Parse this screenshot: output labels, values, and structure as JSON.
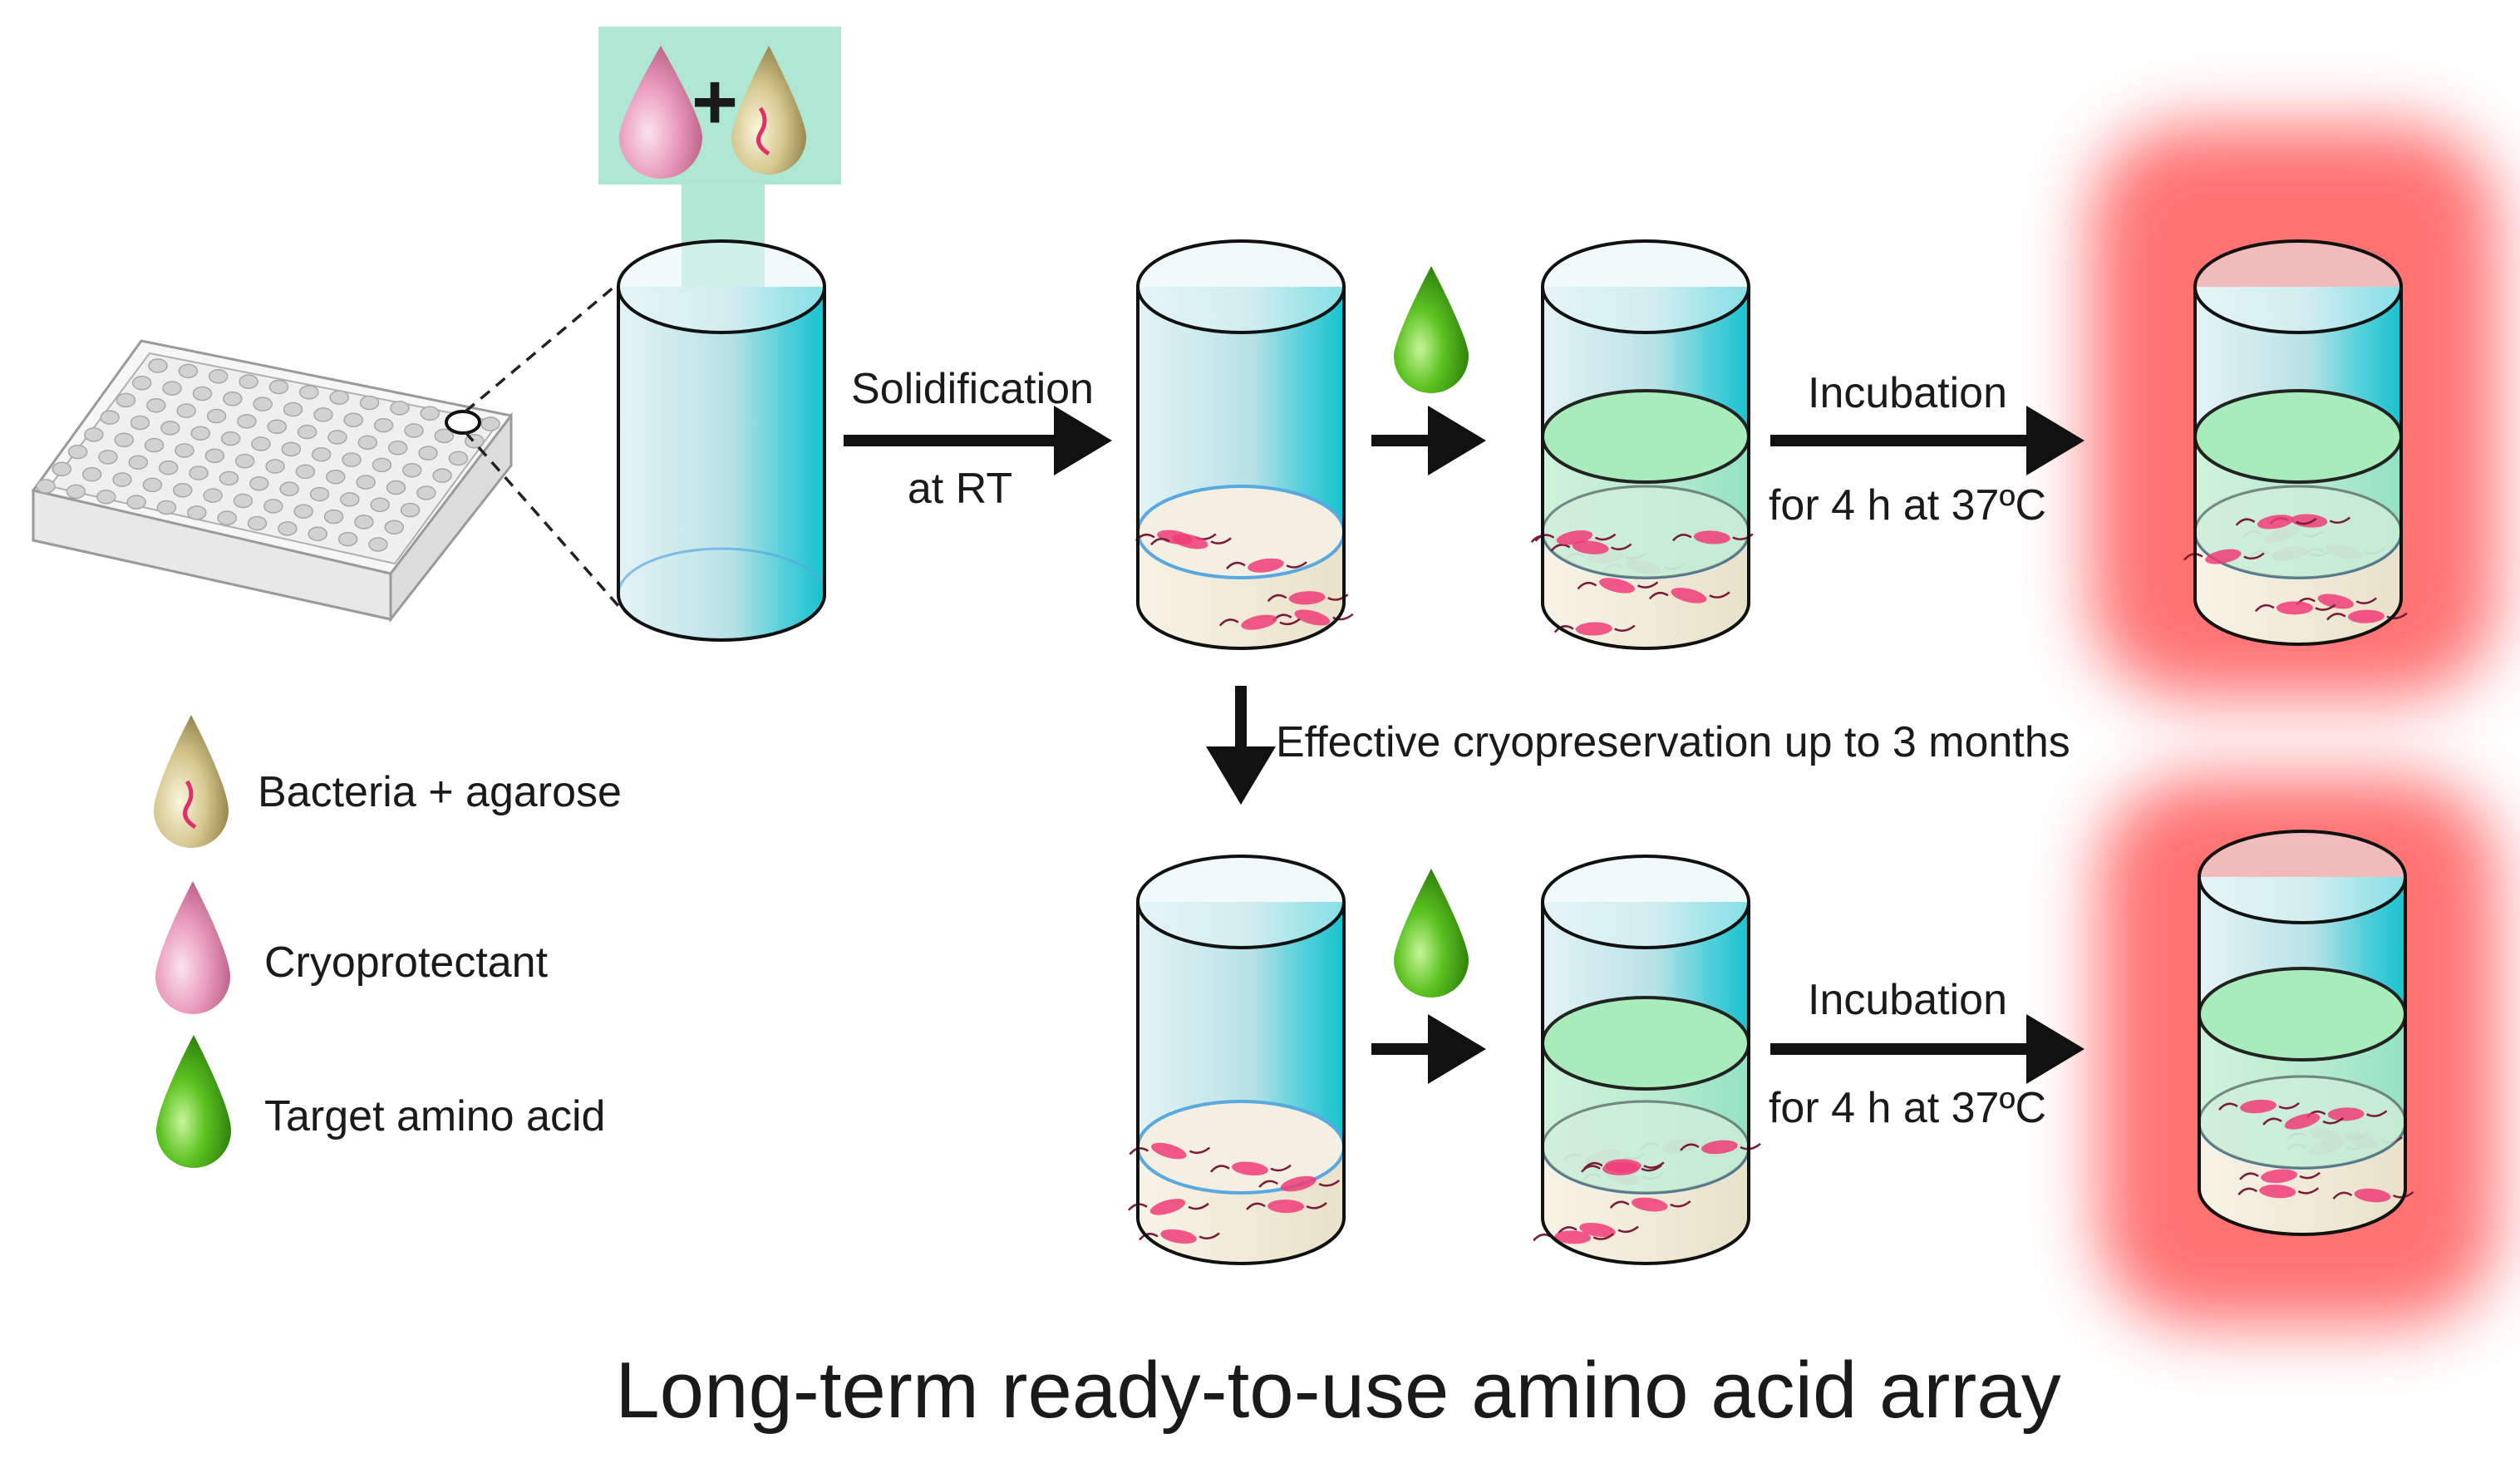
{
  "arrows": {
    "solidification": "Solidification",
    "at_rt": "at RT",
    "incubation_top": "Incubation",
    "conditions_top": "for 4 h at 37ºC",
    "cryopreservation": "Effective cryopreservation up to 3 months",
    "incubation_bottom": "Incubation",
    "conditions_bottom": "for 4 h at 37ºC"
  },
  "legend": [
    {
      "label": "Bacteria + agarose",
      "icon": "bacteria-agarose-drop-icon",
      "color": "#cfc28a"
    },
    {
      "label": "Cryoprotectant",
      "icon": "cryoprotectant-drop-icon",
      "color": "#e89ab8"
    },
    {
      "label": "Target amino acid",
      "icon": "amino-acid-drop-icon",
      "color": "#3fae1f"
    }
  ],
  "plus_sign": "+",
  "title": "Long-term ready-to-use amino acid array",
  "colors": {
    "tube_glass": "#bfe4e8",
    "tube_edge_cyan": "#27c7d3",
    "agarose_gel": "#f1ebd9",
    "amino_acid_layer": "#a7ecba",
    "mix_box": "#a5e5cf",
    "glow_red": "#ff6060",
    "bacteria_pink": "#ee3c78"
  }
}
